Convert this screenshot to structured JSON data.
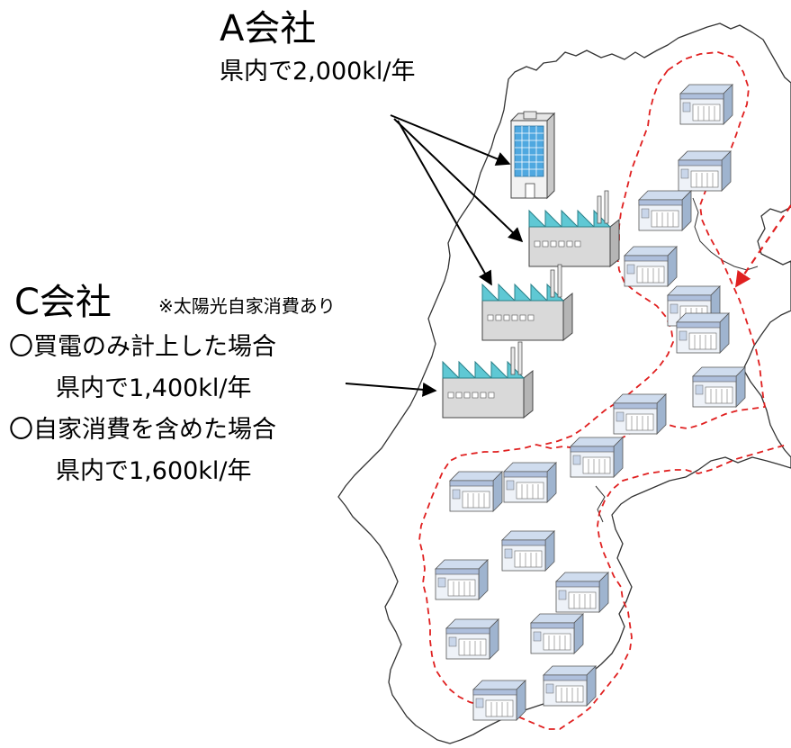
{
  "company_a": {
    "name": "A会社",
    "usage": "県内で2,000kl/年"
  },
  "company_c": {
    "name": "C会社",
    "note": "※太陽光自家消費あり",
    "case1_label": "〇買電のみ計上した場合",
    "case1_value": "県内で1,400kl/年",
    "case2_label": "〇自家消費を含めた場合",
    "case2_value": "県内で1,600kl/年"
  },
  "colors": {
    "map_border": "#333333",
    "region_dashed": "#e02020",
    "factory_roof": "#5fc8d4",
    "factory_body": "#d9d9d9",
    "office_glass": "#4fa8e0",
    "store_roof": "#bfd0e6"
  },
  "icons": {
    "office": "office-building-icon",
    "factory": "factory-icon",
    "store": "store-icon"
  }
}
